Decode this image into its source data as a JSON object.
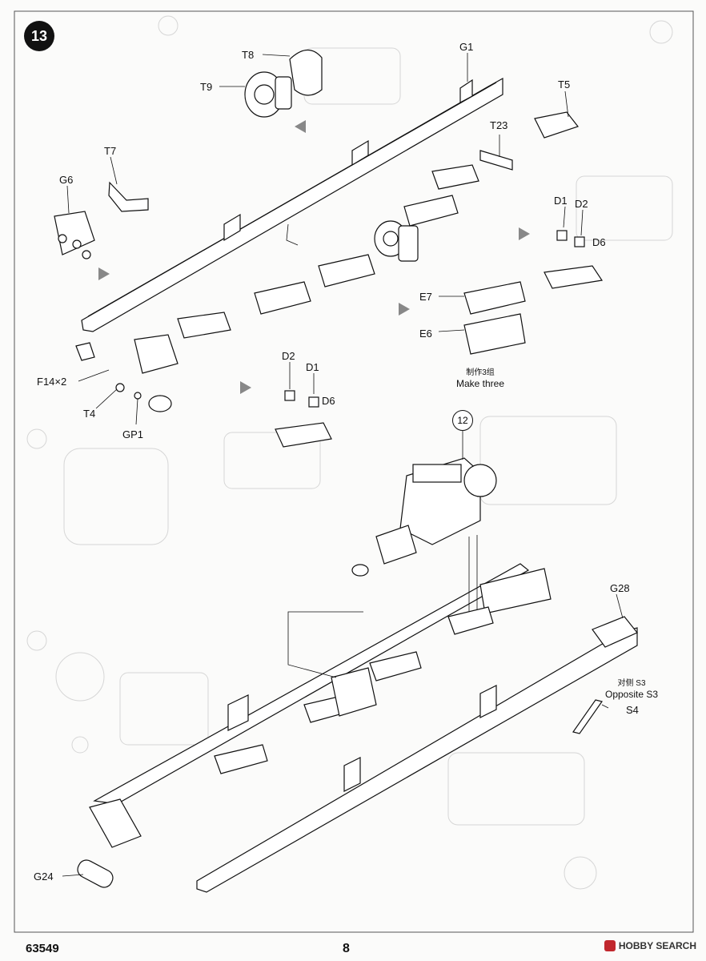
{
  "step_number": "13",
  "reference_step": "12",
  "product_code": "63549",
  "page_number": "8",
  "watermark": "HOBBY SEARCH",
  "labels": {
    "T8": "T8",
    "T9": "T9",
    "G1": "G1",
    "T5": "T5",
    "T23": "T23",
    "T7": "T7",
    "G6": "G6",
    "D1_right": "D1",
    "D2_right": "D2",
    "D6_right": "D6",
    "E7": "E7",
    "E6": "E6",
    "F14": "F14×2",
    "T4": "T4",
    "GP1": "GP1",
    "D2_mid": "D2",
    "D1_mid": "D1",
    "D6_mid": "D6",
    "G28": "G28",
    "S4": "S4",
    "G24": "G24"
  },
  "notes": {
    "make_three_cn": "制作3组",
    "make_three_en": "Make three",
    "opposite_cn": "对侧 S3",
    "opposite_en": "Opposite S3"
  },
  "colors": {
    "ink": "#111111",
    "ghost": "#d6d6d6",
    "paper": "#fbfbfa",
    "brand": "#c1272d"
  }
}
